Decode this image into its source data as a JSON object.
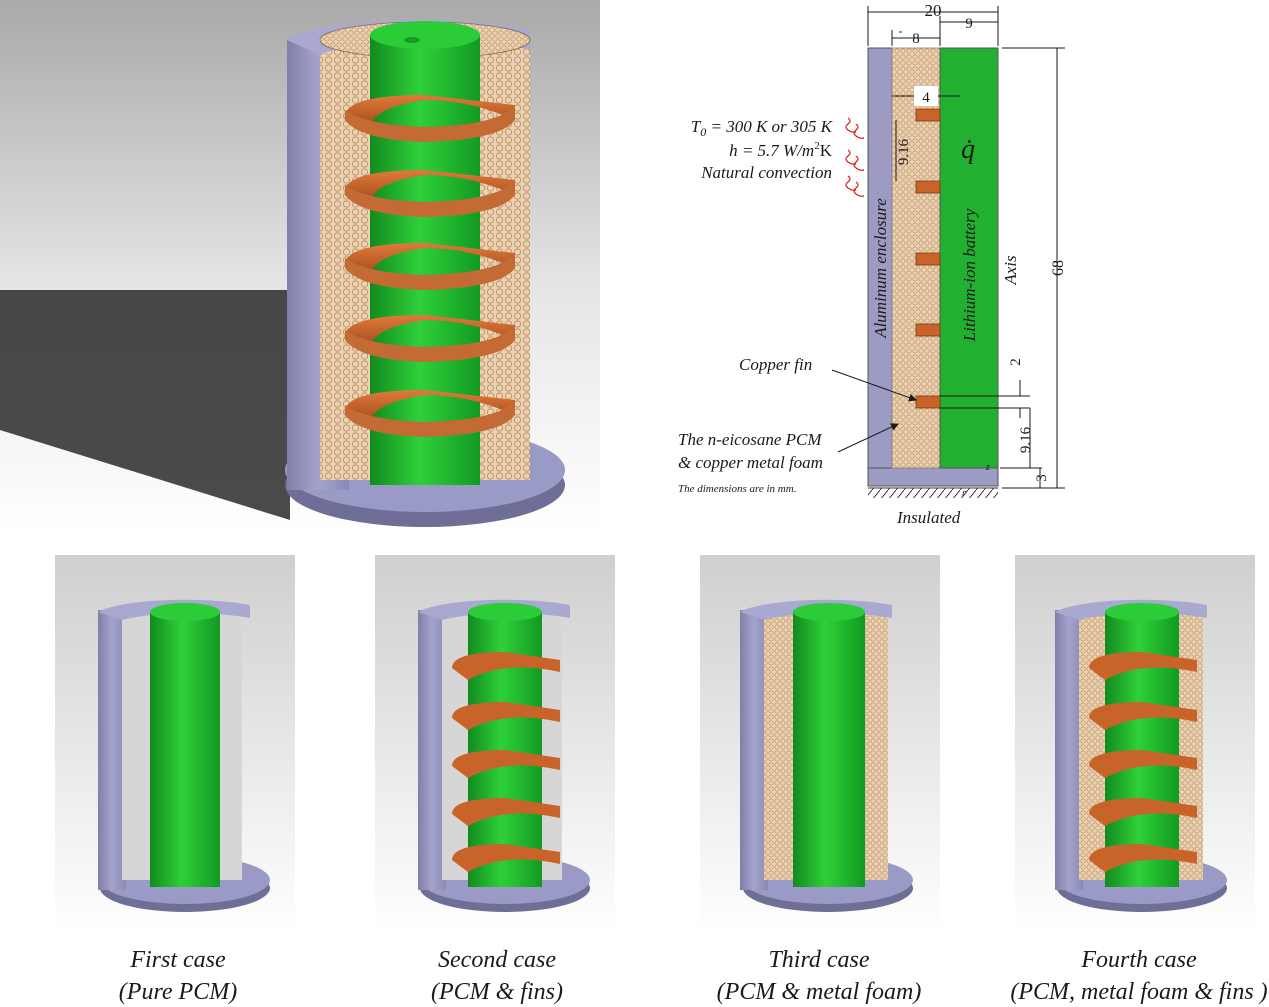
{
  "schematic": {
    "dim_total_width": "20",
    "dim_pcm_width": "8",
    "dim_battery_width": "9",
    "dim_fin_length": "4",
    "dim_fin_spacing_top": "9.16",
    "dim_height": "68",
    "dim_fin_thickness": "2",
    "dim_fin_spacing_bottom": "9.16",
    "dim_base": "3",
    "q_symbol": "q̇",
    "axis_label": "Axis",
    "battery_label": "Lithium-ion battery",
    "enclosure_label": "Aluminum enclosure",
    "bc_T0": "T",
    "bc_T0_sub": "0",
    "bc_T0_value": " = 300 K or 305 K",
    "bc_h": "h = 5.7 W/m",
    "bc_h_sup": "2",
    "bc_h_unit": "K",
    "bc_convection": "Natural convection",
    "copper_fin_label": "Copper fin",
    "pcm_label_line1": "The n-eicosane PCM",
    "pcm_label_line2": "& copper metal foam",
    "dimensions_note": "The dimensions are in mm.",
    "insulated_label": "Insulated",
    "axis_r": "r",
    "axis_z": "z"
  },
  "cases": [
    {
      "title": "First case",
      "subtitle": "(Pure PCM)"
    },
    {
      "title": "Second case",
      "subtitle": "(PCM & fins)"
    },
    {
      "title": "Third case",
      "subtitle": "(PCM & metal foam)"
    },
    {
      "title": "Fourth case",
      "subtitle": "(PCM, metal foam & fins )"
    }
  ],
  "colors": {
    "enclosure": "#9b9bc4",
    "battery": "#22b030",
    "fin": "#c8642a",
    "foam": "#e8cfae"
  }
}
